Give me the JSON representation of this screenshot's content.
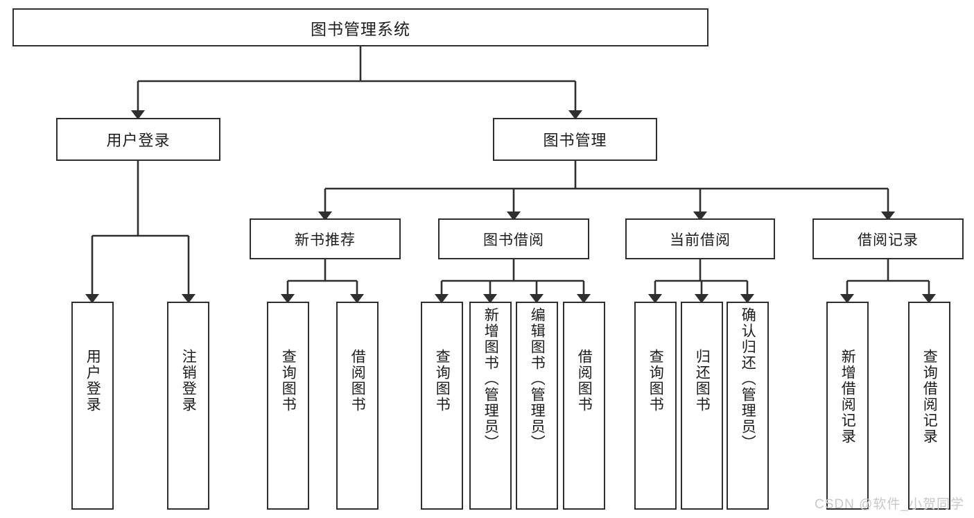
{
  "diagram": {
    "type": "tree",
    "title": "图书管理系统",
    "orientation": "top-down",
    "colors": {
      "box_border": "#2f2f2f",
      "box_fill": "#ffffff",
      "connector": "#2f2f2f",
      "text": "#1c1c1c",
      "watermark": "#c9c9c9"
    },
    "root": {
      "label": "图书管理系统"
    },
    "level1": [
      {
        "id": "user-login",
        "label": "用户登录"
      },
      {
        "id": "book-manage",
        "label": "图书管理"
      }
    ],
    "level2": [
      {
        "id": "new-book-rec",
        "label": "新书推荐",
        "parent": "book-manage"
      },
      {
        "id": "book-borrow",
        "label": "图书借阅",
        "parent": "book-manage"
      },
      {
        "id": "current-borrow",
        "label": "当前借阅",
        "parent": "book-manage"
      },
      {
        "id": "borrow-record",
        "label": "借阅记录",
        "parent": "book-manage"
      }
    ],
    "leaves": {
      "user-login": [
        {
          "id": "leaf-user-login",
          "label": "用户登录"
        },
        {
          "id": "leaf-user-logout",
          "label": "注销登录"
        }
      ],
      "new-book-rec": [
        {
          "id": "leaf-query-book-1",
          "label": "查询图书"
        },
        {
          "id": "leaf-borrow-book-1",
          "label": "借阅图书"
        }
      ],
      "book-borrow": [
        {
          "id": "leaf-query-book-2",
          "label": "查询图书"
        },
        {
          "id": "leaf-add-book",
          "label": "新增图书（管理员）"
        },
        {
          "id": "leaf-edit-book",
          "label": "编辑图书（管理员）"
        },
        {
          "id": "leaf-borrow-book-2",
          "label": "借阅图书"
        }
      ],
      "current-borrow": [
        {
          "id": "leaf-query-book-3",
          "label": "查询图书"
        },
        {
          "id": "leaf-return-book",
          "label": "归还图书"
        },
        {
          "id": "leaf-confirm-return",
          "label": "确认归还（管理员）"
        }
      ],
      "borrow-record": [
        {
          "id": "leaf-add-record",
          "label": "新增借阅记录"
        },
        {
          "id": "leaf-query-record",
          "label": "查询借阅记录"
        }
      ]
    }
  },
  "watermark": {
    "text": "CSDN @软件_小贺同学"
  }
}
